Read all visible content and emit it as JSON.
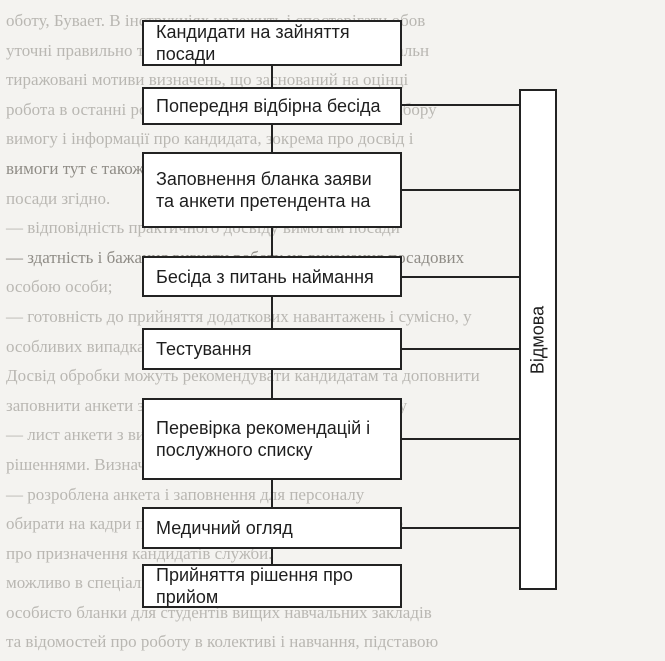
{
  "diagram": {
    "steps": [
      "Кандидати на зайняття посади",
      "Попередня відбірна бесіда",
      "Заповнення бланка заяви та анкети претендента на",
      "Бесіда з питань наймання",
      "Тестування",
      "Перевірка рекомендацій і послужного списку",
      "Медичний огляд",
      "Прийняття рішення про прийом"
    ],
    "reject_label": "Відмова"
  }
}
